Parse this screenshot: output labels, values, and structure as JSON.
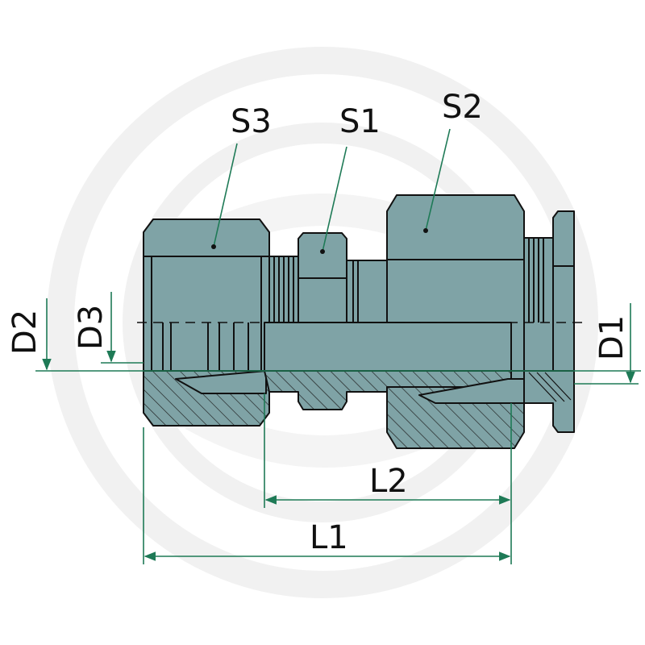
{
  "labels": {
    "s3": "S3",
    "s1": "S1",
    "s2": "S2",
    "d1": "D1",
    "d2": "D2",
    "d3": "D3",
    "l1": "L1",
    "l2": "L2"
  },
  "colors": {
    "part_fill": "#7fa3a6",
    "part_stroke": "#111111",
    "dimension_line": "#1e7a56",
    "watermark": "#f1f1f1"
  },
  "watermark_icon": "logo-circle-watermark"
}
